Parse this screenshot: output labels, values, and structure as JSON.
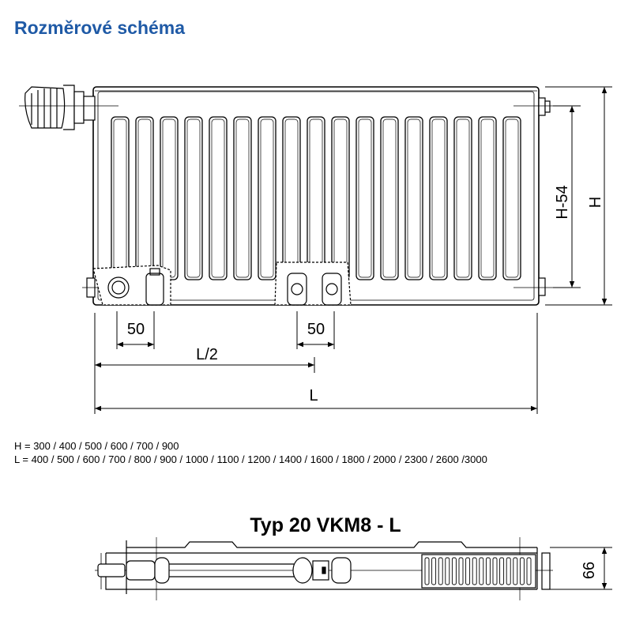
{
  "heading": "Rozměrové schéma",
  "front_view": {
    "dim_offset_left": "50",
    "dim_offset_center": "50",
    "dim_half_length": "L/2",
    "dim_length": "L",
    "dim_height": "H",
    "dim_connection_height": "H-54"
  },
  "specs": {
    "heights": "H = 300 / 400 / 500 / 600 / 700 / 900",
    "lengths": "L = 400 / 500 / 600 / 700 / 800 / 900 / 1000 / 1100 / 1200 / 1400 / 1600 / 1800 / 2000 / 2300 / 2600 /3000"
  },
  "top_view": {
    "title": "Typ 20 VKM8 - L",
    "dim_depth": "66"
  },
  "colors": {
    "heading": "#1f5aa6",
    "line": "#000000"
  }
}
